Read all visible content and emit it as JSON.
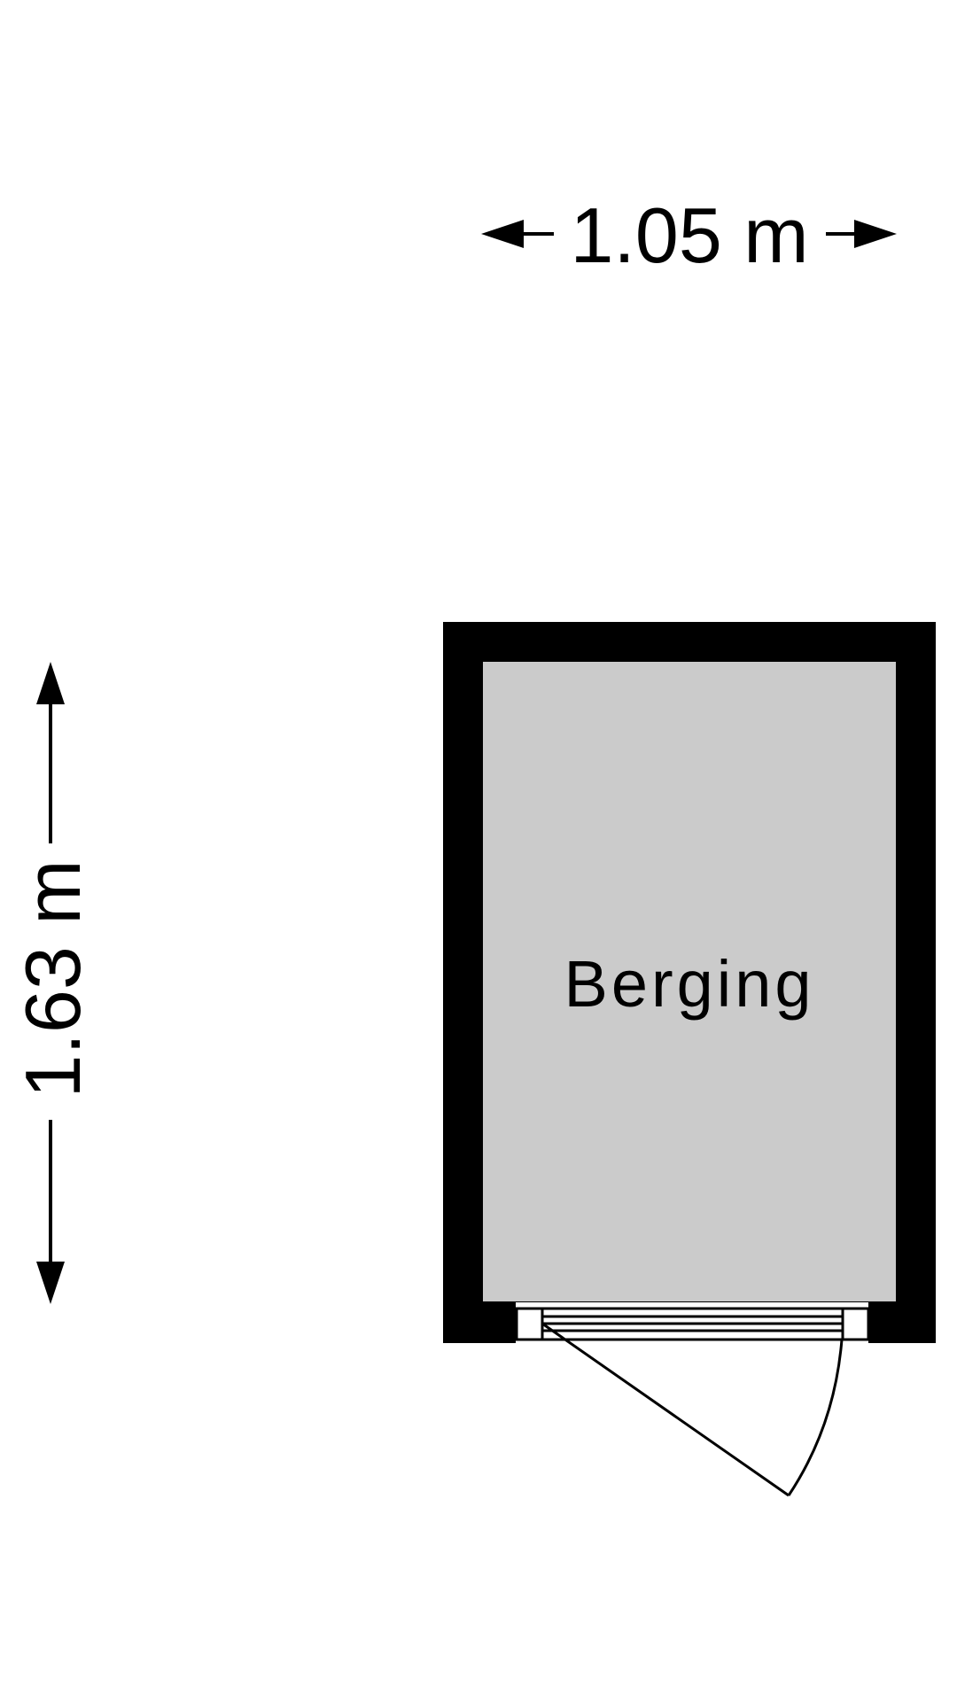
{
  "floorplan": {
    "room": {
      "label": "Berging",
      "floor_color": "#cbcbcb",
      "wall_color": "#000000"
    },
    "dimensions": {
      "width_label": "1.05 m",
      "height_label": "1.63 m"
    },
    "door": {
      "type": "single-swing-door"
    }
  }
}
